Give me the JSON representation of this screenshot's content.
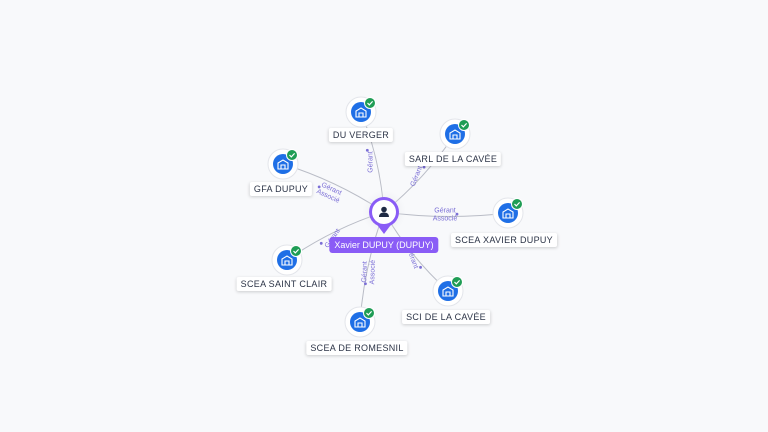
{
  "colors": {
    "accent": "#8a5cf6",
    "edge": "#b9bcc6",
    "edge_label": "#7b6fd6",
    "company_icon": "#1f6fe6",
    "check": "#1f9d55"
  },
  "center": {
    "label": "Xavier DUPUY (DUPUY)",
    "icon": "person-icon"
  },
  "companies": [
    {
      "id": "du-verger",
      "label": "DU VERGER",
      "icon": "building-icon",
      "status": "check-icon",
      "relations": [
        "Gérant"
      ]
    },
    {
      "id": "sarl-de-la-cavee",
      "label": "SARL DE LA CAVÉE",
      "icon": "building-icon",
      "status": "check-icon",
      "relations": [
        "Gérant"
      ]
    },
    {
      "id": "gfa-dupuy",
      "label": "GFA DUPUY",
      "icon": "building-icon",
      "status": "check-icon",
      "relations": [
        "Gérant",
        "Associé"
      ]
    },
    {
      "id": "scea-xavier-dupuy",
      "label": "SCEA XAVIER DUPUY",
      "icon": "building-icon",
      "status": "check-icon",
      "relations": [
        "Gérant",
        "Associé"
      ]
    },
    {
      "id": "scea-saint-clair",
      "label": "SCEA SAINT CLAIR",
      "icon": "building-icon",
      "status": "check-icon",
      "relations": [
        "Gérant"
      ]
    },
    {
      "id": "sci-de-la-cavee",
      "label": "SCI DE LA CAVÉE",
      "icon": "building-icon",
      "status": "check-icon",
      "relations": [
        "Gérant"
      ]
    },
    {
      "id": "scea-de-romesnil",
      "label": "SCEA DE ROMESNIL",
      "icon": "building-icon",
      "status": "check-icon",
      "relations": [
        "Gérant",
        "Associé"
      ]
    }
  ]
}
